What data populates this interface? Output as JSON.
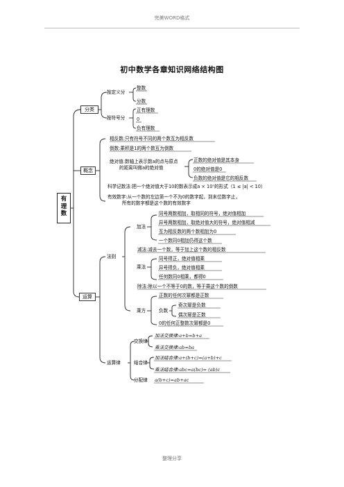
{
  "page": {
    "header": "完美WORD格式",
    "footer": "整理分享",
    "title": "初中数学各章知识网络结构图"
  },
  "root": {
    "line1": "有",
    "line2": "理",
    "line3": "数"
  },
  "classify": {
    "label": "分类",
    "by_definition": {
      "label": "按定义分",
      "items": [
        "整数",
        "分数"
      ]
    },
    "by_sign": {
      "label": "按符号分",
      "items": [
        "正有理数",
        "0",
        "负有理数"
      ]
    }
  },
  "concept": {
    "label": "概念",
    "opposite": "相反数:只有符号不同的两个数互为相反数",
    "reciprocal": "倒数:乘积是1的两个数互为倒数",
    "abs_line1": "绝对值:数轴上表示数a的点与原点",
    "abs_line2": "的距离叫做a的绝对值",
    "abs_items": [
      "正数的绝对值是其本身",
      "0的绝对值是0",
      "负数的绝对值是它的相反数"
    ],
    "sci": "科学记数法:把一个绝对值大于10的数表示成a × 10ⁿ的形式（1 ≤ |a| < 10）",
    "sig_line1": "有效数字:从一个数的左边第一个不为0的数字起，到末位数字止，",
    "sig_line2": "所有的数字都是这个数的有效数字"
  },
  "operation": {
    "label": "运算",
    "rules": {
      "label": "法则",
      "add": {
        "label": "加法",
        "items": [
          "同号两数相加，取相同的符号，绝对值相加",
          "异号两数相加，取绝对值大的符号，绝对值相减",
          "互为相反数的两个数相加为0",
          "一个数同0相加仍得这个数"
        ]
      },
      "sub": "减法:减去一个数，等于加上这个数的相反数",
      "mul": {
        "label": "乘法",
        "items": [
          "同号得正，绝对值相乘",
          "异号得负，绝对值相乘",
          "任何数同0相乘，都得0"
        ]
      },
      "div": "除法:除以一个不等于0的数，等于乘这个数的倒数",
      "pow": {
        "label": "乘方",
        "positive": "正数的任何次幂都是正数",
        "negative": {
          "label": "负数",
          "items": [
            "奇次幂是负数",
            "偶次幂是正数"
          ]
        },
        "zero": "0的任何正整数次幂都是0"
      }
    },
    "laws": {
      "label": "运算律",
      "commutative": {
        "label": "交换律",
        "items": [
          "加法交换律:a+b=b+a",
          "乘法交换律:ab=ba"
        ]
      },
      "associative": {
        "label": "结合律",
        "items": [
          "加法结合律:a+(b+c)=(a+b)+c",
          "乘法结合律:abc=a(bc)= (ab)c"
        ]
      },
      "distributive": {
        "label": "分配律",
        "formula": "a(b+c)=ab+ac"
      }
    }
  }
}
